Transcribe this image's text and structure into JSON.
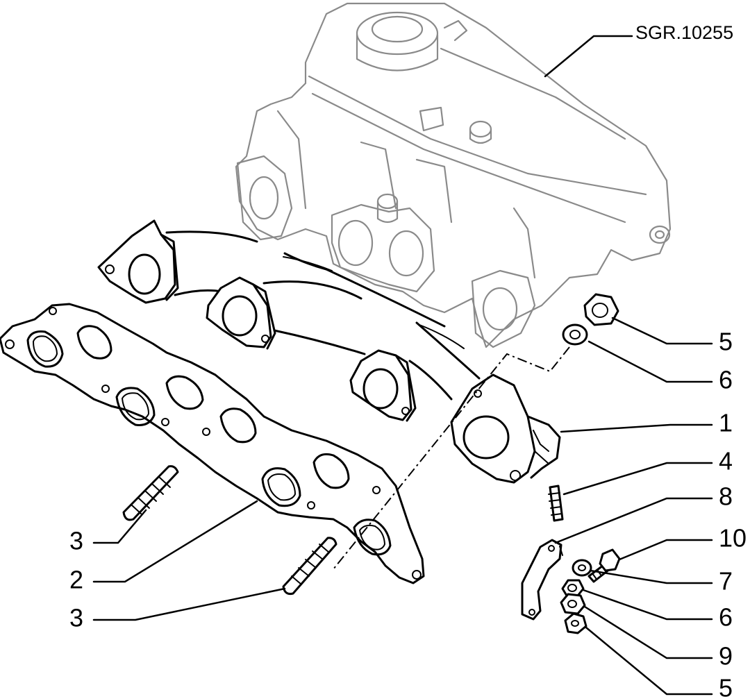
{
  "drawing": {
    "reference_code": "SGR.10255",
    "callouts": {
      "c5_top": "5",
      "c6_top": "6",
      "c1": "1",
      "c4": "4",
      "c8": "8",
      "c10": "10",
      "c7": "7",
      "c6_bottom": "6",
      "c9": "9",
      "c5_bottom": "5",
      "c3_upper": "3",
      "c2": "2",
      "c3_lower": "3"
    }
  },
  "colors": {
    "line": "#000000",
    "ghost_part": "#8a8a8a",
    "background": "#ffffff"
  }
}
